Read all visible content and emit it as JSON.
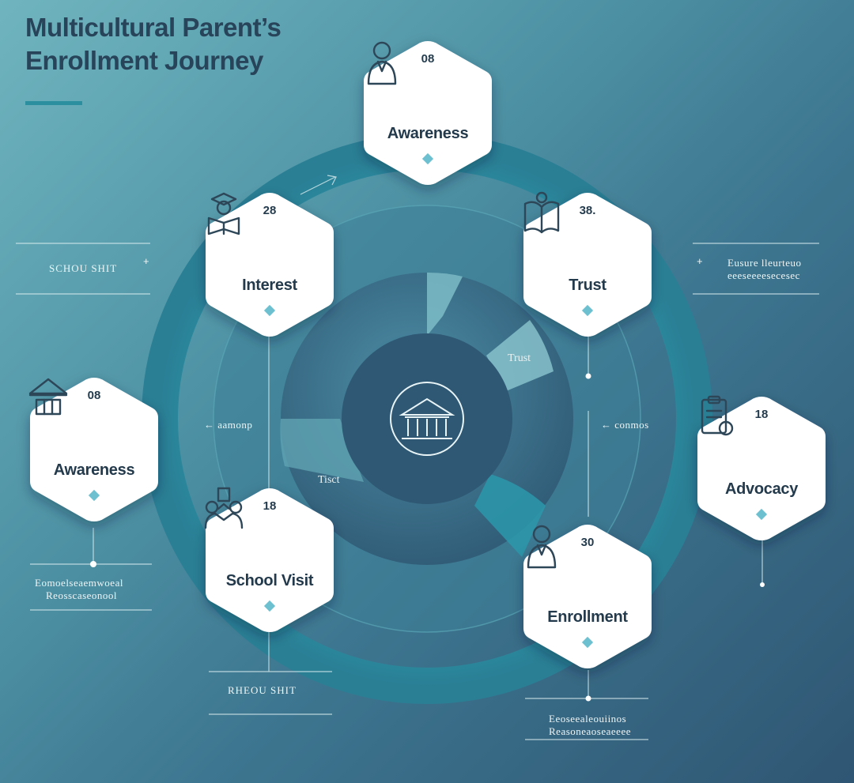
{
  "title": {
    "line1": "Multicultural Parent’s",
    "line2": "Enrollment Journey"
  },
  "stages": [
    {
      "id": "awareness-top",
      "number": "08",
      "label": "Awareness",
      "icon": "person-icon"
    },
    {
      "id": "interest",
      "number": "28",
      "label": "Interest",
      "icon": "scholar-reading-icon"
    },
    {
      "id": "trust",
      "number": "38.",
      "label": "Trust",
      "icon": "open-book-icon"
    },
    {
      "id": "awareness-left",
      "number": "08",
      "label": "Awareness",
      "icon": "school-building-icon"
    },
    {
      "id": "advocacy",
      "number": "18",
      "label": "Advocacy",
      "icon": "clipboard-badge-icon"
    },
    {
      "id": "school-visit",
      "number": "18",
      "label": "School Visit",
      "icon": "family-group-icon"
    },
    {
      "id": "enrollment",
      "number": "30",
      "label": "Enrollment",
      "icon": "person-icon"
    }
  ],
  "side_labels": {
    "school_visit_top": "SCHOU SHIT",
    "right_top_1": "Eusure lleurteuo",
    "right_top_2": "eeeseeeesecesec",
    "left_mid": "← aamonp",
    "right_mid": "← conmos",
    "left_bottom_1": "Eomoelseaemwoeal",
    "left_bottom_2": "Reosscaseonool",
    "school_visit_bottom": "RHEOU SHIT",
    "right_bottom_1": "Eeoseealeouiinos",
    "right_bottom_2": "Reasoneaoseaeeee"
  },
  "donut_labels": {
    "trust_upper": "Trust",
    "trust_lower": "Tisct"
  },
  "colors": {
    "ring_outer": "#2a8ea1",
    "donut_inner": "#3a6f88",
    "center_circle": "#2e5672",
    "hex_fill": "#ffffff",
    "text_dark": "#243c4e",
    "accent_diamond": "#6cc0cf"
  }
}
